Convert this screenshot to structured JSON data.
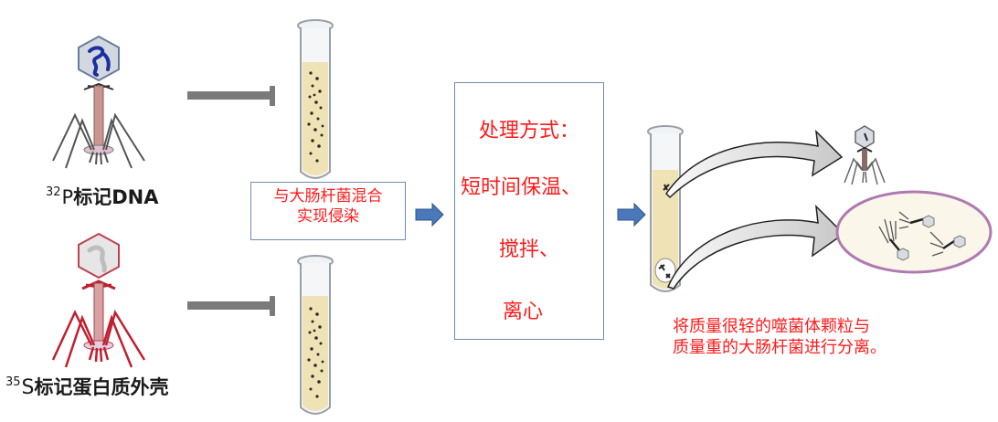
{
  "phage_top": {
    "isotope_mass": "32",
    "isotope_symbol": "P",
    "label_text": "标记DNA",
    "head_fill": "#d3d8e0",
    "dna_color": "#1a2fa0",
    "tail_color": "#c08a88"
  },
  "phage_bottom": {
    "isotope_mass": "35",
    "isotope_symbol": "S",
    "label_text": "标记蛋白质外壳",
    "outline_color": "#c02030"
  },
  "mix_box": {
    "line1": "与大肠杆菌混合",
    "line2": "实现侵染"
  },
  "process_box": {
    "title": "处理方式：",
    "steps": [
      "短时间保温、",
      "搅拌、",
      "离心"
    ]
  },
  "result_note": {
    "line1": "将质量很轻的噬菌体颗粒与",
    "line2": "质量重的大肠杆菌进行分离。"
  },
  "colors": {
    "text_red": "#ff1a1a",
    "box_border": "#6f8bb5",
    "blue_arrow": "#4a78b8",
    "gray_arrow": "#7a7a7a",
    "medium": "#efe2b4",
    "pellet_ellipse": "#b07ab0"
  }
}
